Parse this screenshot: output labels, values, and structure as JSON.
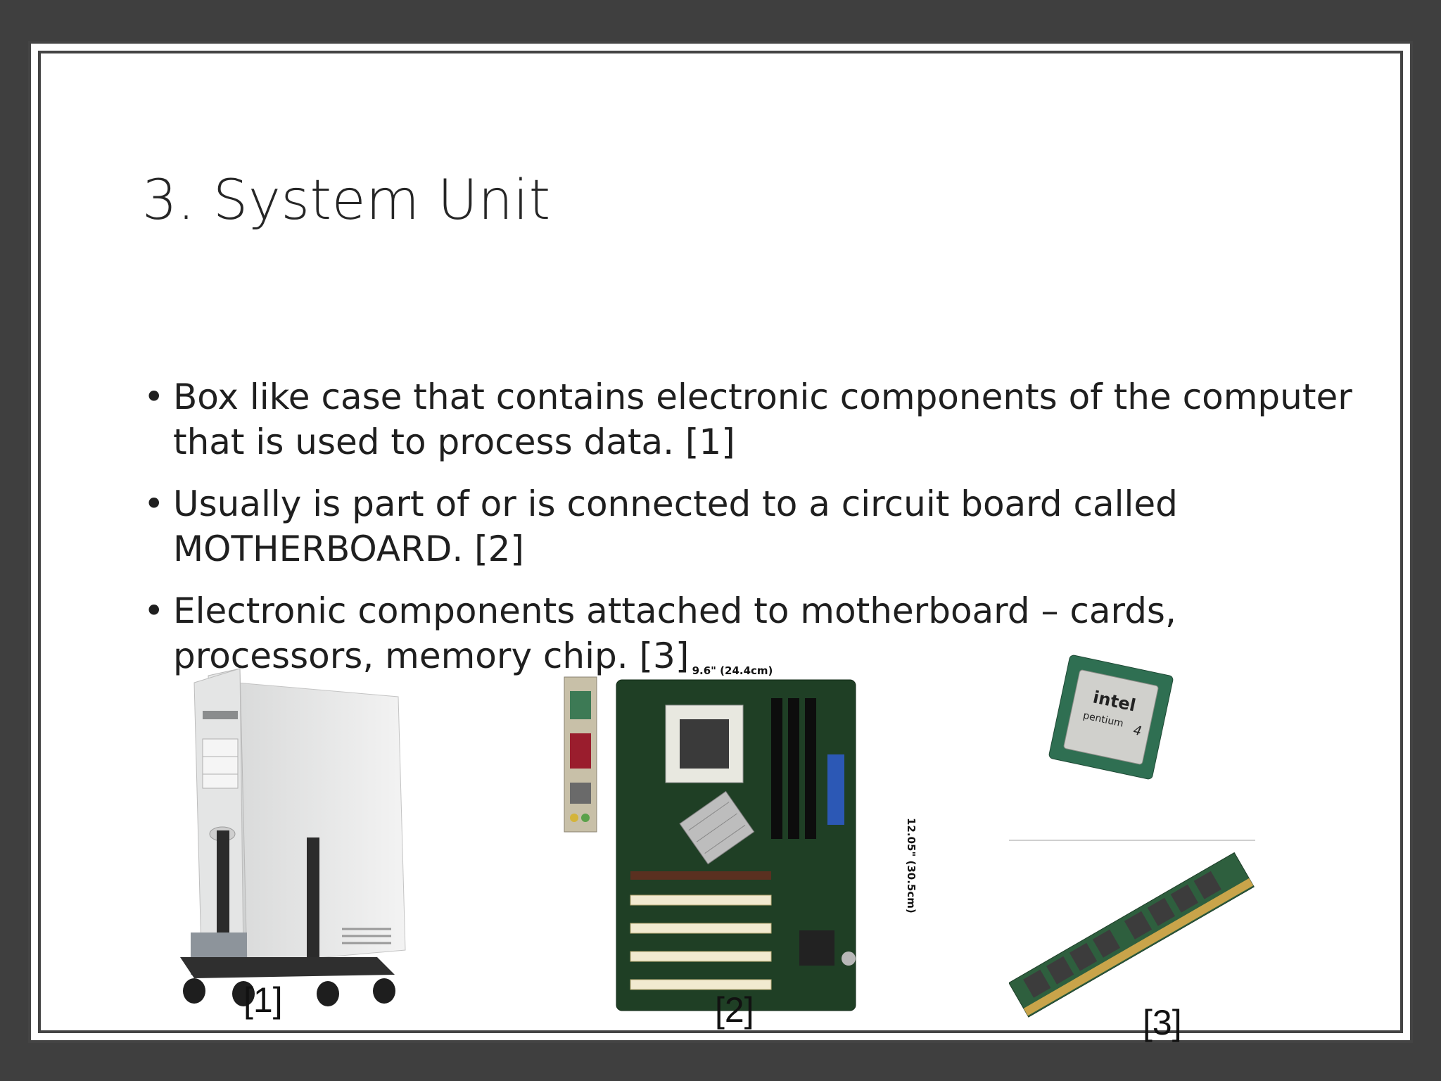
{
  "slide": {
    "title": "3. System Unit",
    "bullets": [
      "Box like case that contains electronic components of the computer that is used to process data. [1]",
      "Usually is part of or is connected to a circuit board called MOTHERBOARD. [2]",
      "Electronic components attached to motherboard – cards, processors, memory chip. [3]"
    ],
    "bullet_glyph": "•",
    "images": {
      "case": {
        "caption": "[1]",
        "icon": "computer-case-icon"
      },
      "motherboard": {
        "caption": "[2]",
        "icon": "motherboard-icon",
        "width_label": "9.6\" (24.4cm)",
        "height_label": "12.05\" (30.5cm)"
      },
      "processor": {
        "icon": "cpu-chip-icon",
        "brand": "intel",
        "model": "pentium",
        "model_suffix": "4"
      },
      "memory": {
        "caption": "[3]",
        "icon": "ram-stick-icon"
      }
    }
  },
  "colors": {
    "frame": "#3f3f3f",
    "slide_bg": "#ffffff",
    "text": "#1f1f1f",
    "pcb_green": "#1f3f25"
  }
}
